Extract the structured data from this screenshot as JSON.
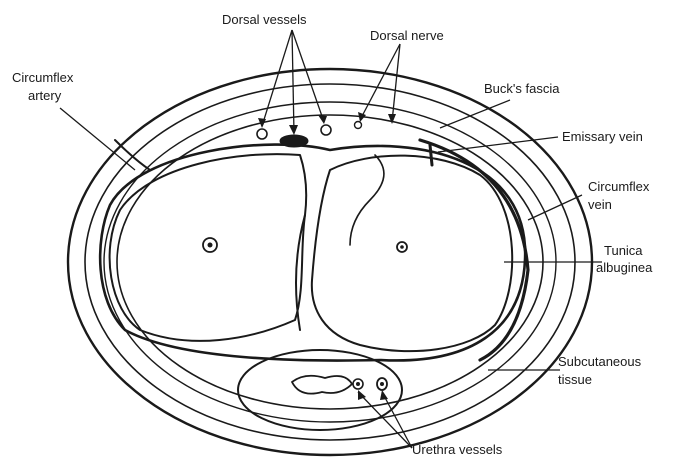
{
  "labels": {
    "dorsal_vessels": "Dorsal vessels",
    "dorsal_nerve": "Dorsal nerve",
    "circumflex_artery_l1": "Circumflex",
    "circumflex_artery_l2": "artery",
    "bucks_fascia": "Buck's fascia",
    "emissary_vein": "Emissary vein",
    "circumflex_vein_l1": "Circumflex",
    "circumflex_vein_l2": "vein",
    "tunica_l1": "Tunica",
    "tunica_l2": "albuginea",
    "subcutaneous_l1": "Subcutaneous",
    "subcutaneous_l2": "tissue",
    "urethra_vessels": "Urethra vessels"
  },
  "colors": {
    "ink": "#1a1a1a",
    "background": "#ffffff",
    "fill": "#fafafa"
  }
}
